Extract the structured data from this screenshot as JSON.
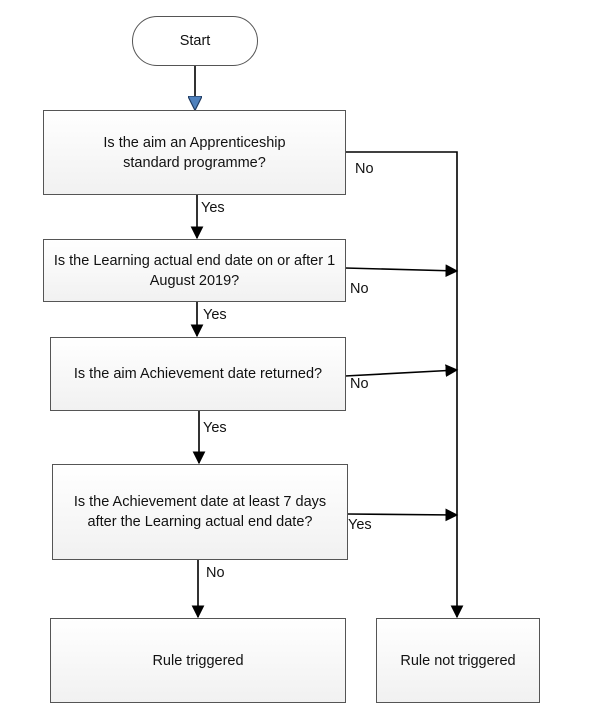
{
  "start": "Start",
  "questions": [
    {
      "text": "Is the aim an Apprenticeship standard programme?",
      "down_label": "Yes",
      "side_label": "No"
    },
    {
      "text": "Is the Learning actual end date on or after 1 August 2019?",
      "down_label": "Yes",
      "side_label": "No"
    },
    {
      "text": "Is the aim Achievement date returned?",
      "down_label": "Yes",
      "side_label": "No"
    },
    {
      "text": "Is the Achievement date at least 7 days after the Learning actual end date?",
      "down_label": "No",
      "side_label": "Yes"
    }
  ],
  "outcomes": {
    "triggered": "Rule triggered",
    "not_triggered": "Rule not triggered"
  },
  "colors": {
    "line": "#000000",
    "start_arrow": "#4f81bd",
    "border": "#555555"
  }
}
